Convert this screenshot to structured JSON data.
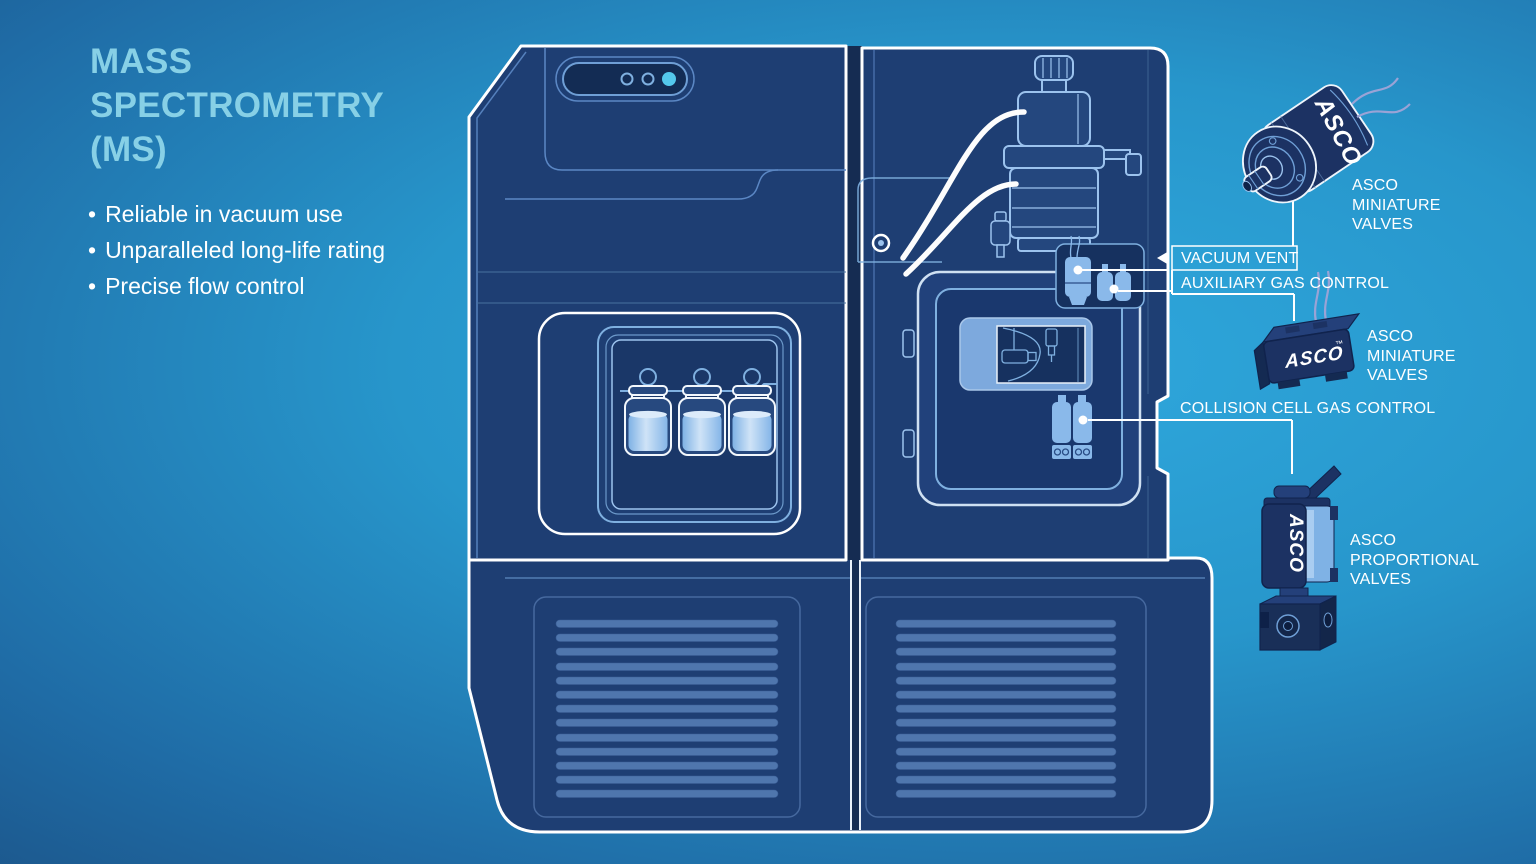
{
  "title_lines": [
    "MASS",
    "SPECTROMETRY",
    "(MS)"
  ],
  "features": {
    "bullet": "•",
    "items": [
      "Reliable in vacuum use",
      "Unparalleled long-life rating",
      "Precise flow control"
    ]
  },
  "callouts": {
    "vacuum_vent": "VACUUM VENT",
    "auxiliary_gas": "AUXILIARY GAS CONTROL",
    "collision_cell": "COLLISION CELL GAS CONTROL"
  },
  "products": {
    "top": {
      "label": "ASCO MINIATURE VALVES",
      "brand": "ASCO"
    },
    "middle": {
      "label": "ASCO MINIATURE VALVES",
      "brand": "ASCO",
      "trademark": "™"
    },
    "bottom": {
      "label": "ASCO PROPORTIONAL VALVES",
      "brand": "ASCO"
    }
  },
  "machine": {
    "status_indicator": {
      "total_dots": 3,
      "active_dots": 1
    },
    "sample_vials": 3
  },
  "colors": {
    "background_center": "#2fa8dd",
    "background_edge": "#1a4778",
    "heading": "#87d0e6",
    "body_text": "#ffffff",
    "machine_body": "#1e3e73",
    "machine_outline": "#ffffff",
    "panel_line": "#7fb0e0",
    "panel_dark": "#16315f",
    "valve_icon": "#8ab9ea",
    "active_dot": "#54c8ec",
    "product_body": "#1c3263",
    "wire": "#9aa3d6",
    "liquid": "#8fc0ed",
    "vent_slat": "#4f76ad"
  }
}
